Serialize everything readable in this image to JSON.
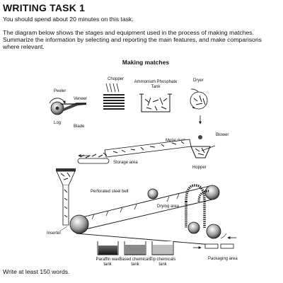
{
  "task": {
    "heading": "WRITING TASK 1",
    "time_note": "You should spend about 20 minutes on this task.",
    "instructions": "The diagram below shows the stages and equipment used in the process of making matches. Summarize the information by selecting and reporting the main features, and make comparisons where relevant.",
    "word_limit": "Write at least 150 words."
  },
  "diagram": {
    "title": "Making matches",
    "labels": {
      "peeler": "Peeler",
      "veneer": "Veneer",
      "log": "Log",
      "blade": "Blade",
      "chopper": "Chopper",
      "ammonium_tank_1": "Ammonium Phosphate",
      "ammonium_tank_2": "Tank",
      "dryer": "Dryer",
      "blower": "Blower",
      "metal_duct": "Metal duct",
      "storage_area": "Storage area",
      "hopper": "Hopper",
      "belt": "Perforated steel belt",
      "drying_area": "Drying area",
      "inserter": "Inserter",
      "paraffin_1": "Paraffin wax",
      "paraffin_2": "tank",
      "based_1": "Based chemicals",
      "based_2": "tank",
      "tip_1": "Tip chemicals",
      "tip_2": "tank",
      "packaging": "Packaging area"
    }
  }
}
